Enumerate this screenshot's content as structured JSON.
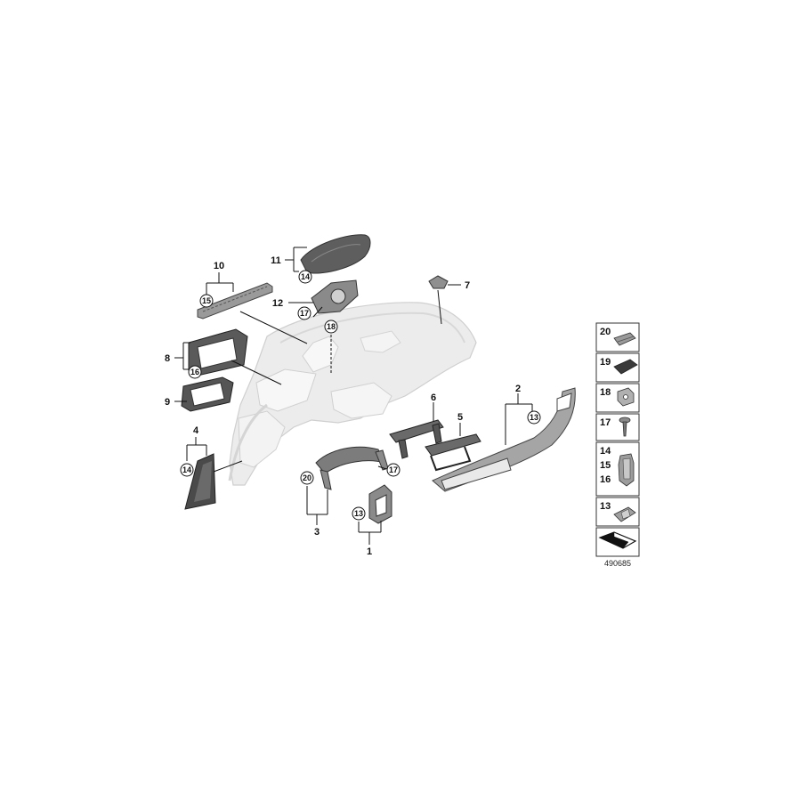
{
  "diagram": {
    "reference_number": "490685",
    "callouts": {
      "c1": "1",
      "c2": "2",
      "c3": "3",
      "c4": "4",
      "c5": "5",
      "c6": "6",
      "c7": "7",
      "c8": "8",
      "c9": "9",
      "c10": "10",
      "c11": "11",
      "c12": "12"
    },
    "circled_callouts": {
      "cc10_15": "15",
      "cc11_14": "14",
      "cc12_17": "17",
      "cc_18": "18",
      "cc8_16": "16",
      "cc4_14": "14",
      "cc3_20": "20",
      "cc3_17": "17",
      "cc1_13": "13",
      "cc2_13": "13"
    },
    "small_parts_panel": {
      "rows": [
        {
          "labels": [
            "20"
          ]
        },
        {
          "labels": [
            "19"
          ]
        },
        {
          "labels": [
            "18"
          ]
        },
        {
          "labels": [
            "17"
          ]
        },
        {
          "labels": [
            "14",
            "15",
            "16"
          ]
        },
        {
          "labels": [
            "13"
          ]
        }
      ]
    }
  }
}
